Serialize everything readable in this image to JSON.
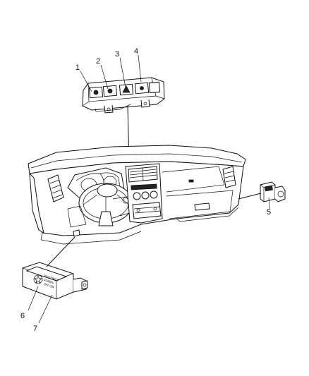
{
  "callouts": [
    {
      "id": "1",
      "text": "1"
    },
    {
      "id": "2",
      "text": "2"
    },
    {
      "id": "3",
      "text": "3"
    },
    {
      "id": "4",
      "text": "4"
    },
    {
      "id": "5",
      "text": "5"
    },
    {
      "id": "6",
      "text": "6"
    },
    {
      "id": "7",
      "text": "7"
    }
  ],
  "module_label": {
    "line1": "PASSENGER",
    "line2": "AIRBAG",
    "line3": "OFF/ON"
  },
  "colors": {
    "ink": "#111111",
    "background": "#ffffff"
  }
}
